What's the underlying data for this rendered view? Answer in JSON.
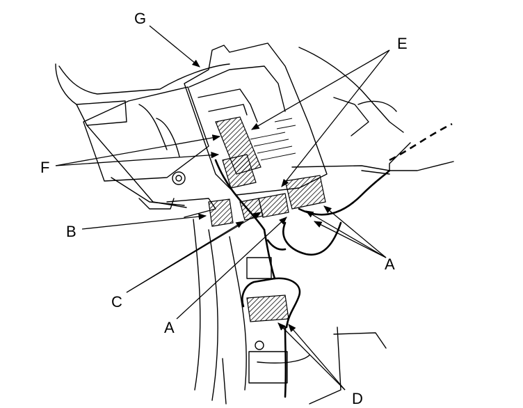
{
  "diagram": {
    "callouts": [
      {
        "id": "G",
        "label": "G"
      },
      {
        "id": "E",
        "label": "E"
      },
      {
        "id": "F",
        "label": "F"
      },
      {
        "id": "B",
        "label": "B"
      },
      {
        "id": "C",
        "label": "C"
      },
      {
        "id": "A1",
        "label": "A"
      },
      {
        "id": "A2",
        "label": "A"
      },
      {
        "id": "D",
        "label": "D"
      }
    ],
    "colors": {
      "ink": "#000000",
      "background": "#ffffff"
    }
  }
}
